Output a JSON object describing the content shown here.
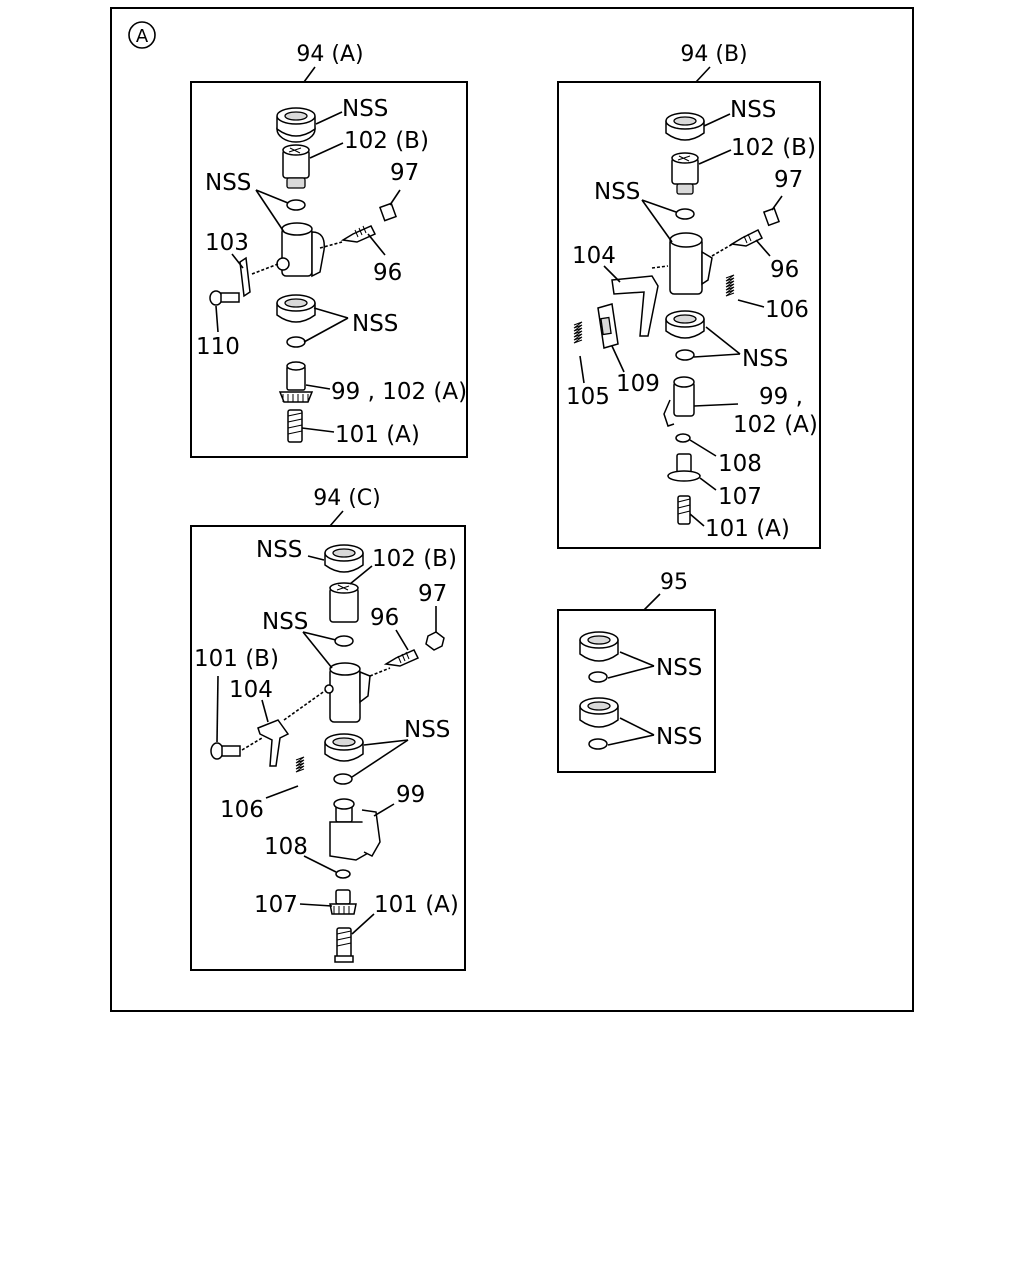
{
  "view_marker": "A",
  "groups": {
    "g94a": {
      "title": "94 (A)",
      "labels": {
        "nss_top": "NSS",
        "p102b": "102 (B)",
        "nss_mid": "NSS",
        "p97": "97",
        "p103": "103",
        "p96": "96",
        "nss_low": "NSS",
        "p110": "110",
        "p99_102a": "99 , 102 (A)",
        "p101a": "101 (A)"
      }
    },
    "g94b": {
      "title": "94 (B)",
      "labels": {
        "nss_top": "NSS",
        "p102b": "102 (B)",
        "p97": "97",
        "nss_mid": "NSS",
        "p104": "104",
        "p96": "96",
        "p106": "106",
        "nss_low": "NSS",
        "p105": "105",
        "p109": "109",
        "p99": "99 ,",
        "p102a": "102 (A)",
        "p108": "108",
        "p107": "107",
        "p101a": "101 (A)"
      }
    },
    "g94c": {
      "title": "94 (C)",
      "labels": {
        "nss_top": "NSS",
        "p102b": "102 (B)",
        "p96": "96",
        "p97": "97",
        "nss_mid": "NSS",
        "p101b": "101 (B)",
        "p104": "104",
        "nss_low": "NSS",
        "p106": "106",
        "p99": "99",
        "p108": "108",
        "p107": "107",
        "p101a": "101 (A)"
      }
    },
    "g95": {
      "title": "95",
      "labels": {
        "nss_a": "NSS",
        "nss_b": "NSS"
      }
    }
  }
}
